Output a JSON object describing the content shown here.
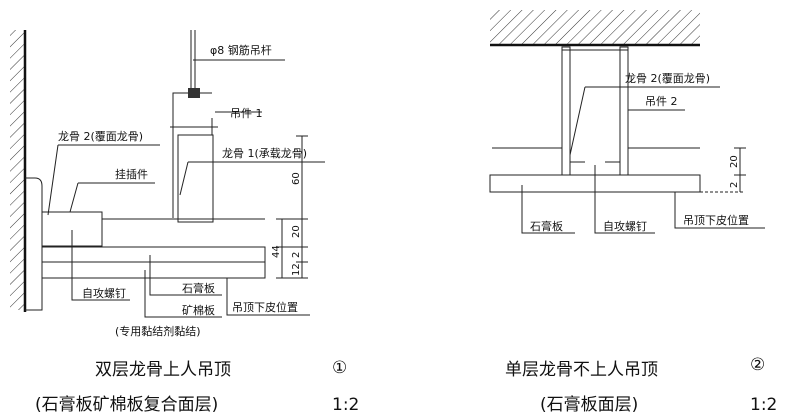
{
  "detail1": {
    "rod_label": "φ8 钢筋吊杆",
    "hanger_label": "吊件 1",
    "main_keel_label": "龙骨 1(承载龙骨)",
    "cover_keel_label": "龙骨 2(覆面龙骨)",
    "clip_label": "挂插件",
    "screw_label": "自攻螺钉",
    "gypsum_label": "石膏板",
    "mineral_label": "矿棉板",
    "adhesive_label": "(专用黏结剂黏结)",
    "bottom_label": "吊顶下皮位置",
    "dims": {
      "d60": "60",
      "d20": "20",
      "d2": "2",
      "d12": "12",
      "d44": "44"
    },
    "title": "双层龙骨上人吊顶",
    "subtitle": "(石膏板矿棉板复合面层)",
    "number": "①",
    "scale": "1:2"
  },
  "detail2": {
    "cover_keel_label": "龙骨 2(覆面龙骨)",
    "hanger_label": "吊件 2",
    "gypsum_label": "石膏板",
    "screw_label": "自攻螺钉",
    "bottom_label": "吊顶下皮位置",
    "dims": {
      "d20": "20",
      "d2": "2"
    },
    "title": "单层龙骨不上人吊顶",
    "subtitle": "(石膏板面层)",
    "number": "②",
    "scale": "1:2"
  }
}
